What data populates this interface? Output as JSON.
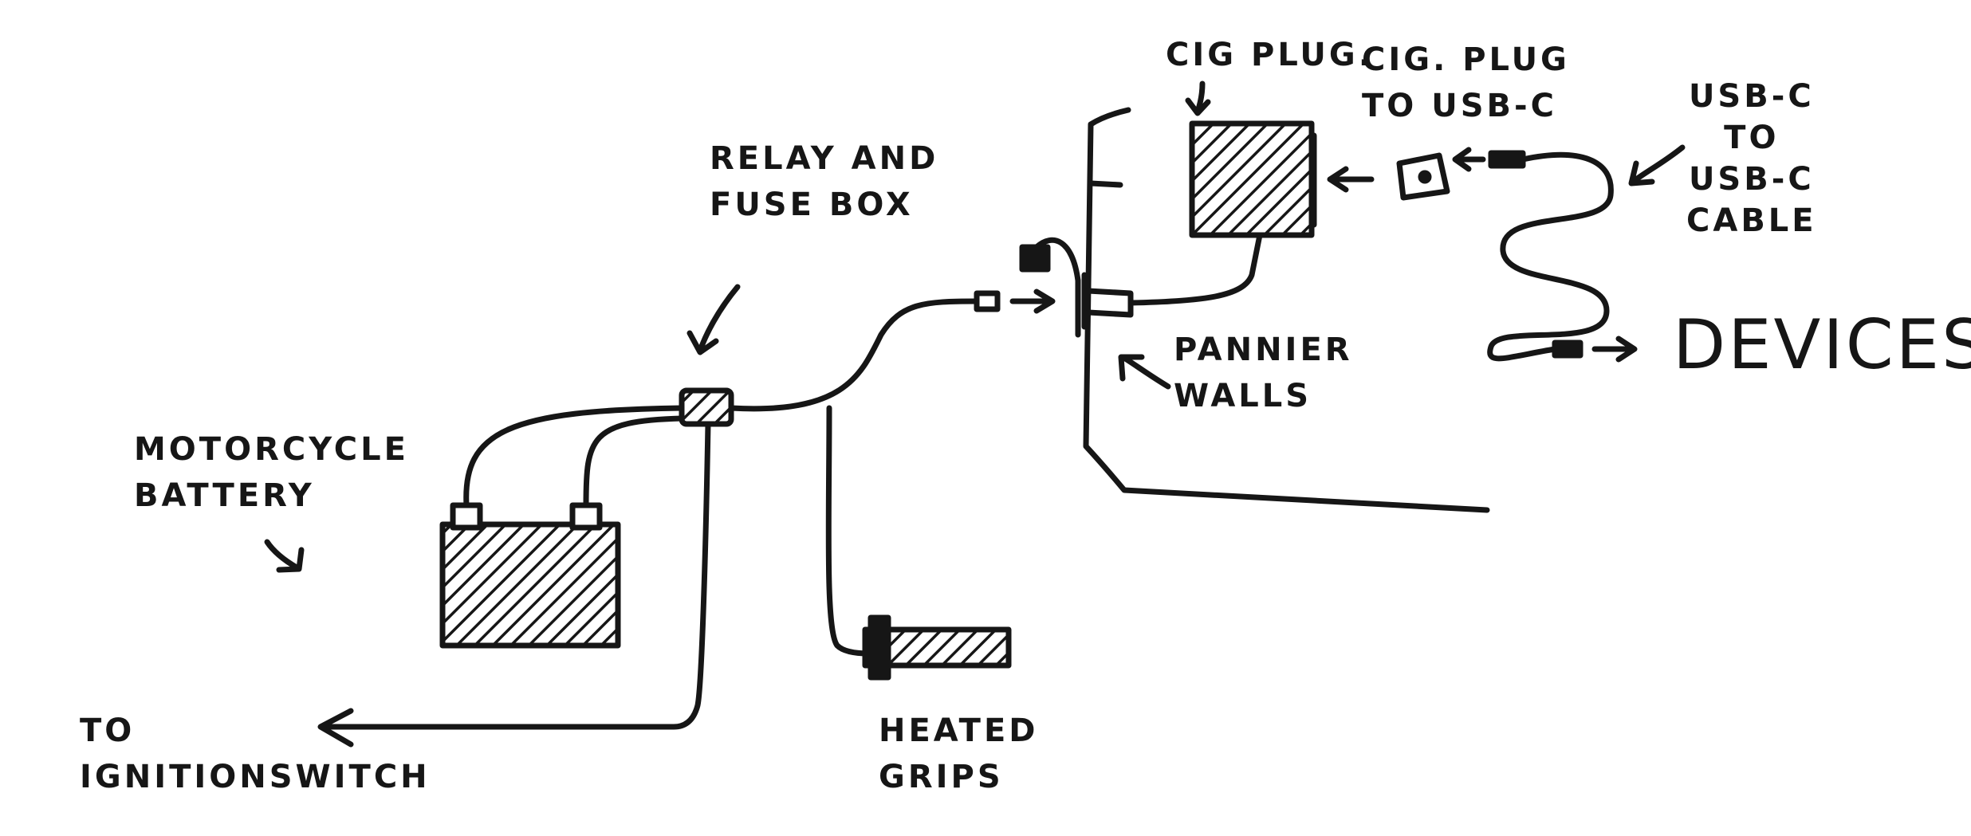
{
  "labels": {
    "relay": [
      "RELAY AND",
      "FUSE BOX"
    ],
    "cig_plug": "CIG PLUG.",
    "cig_to_usbc": [
      "CIG. PLUG",
      "TO USB-C"
    ],
    "usbc_cable": [
      "USB-C",
      "TO",
      "USB-C",
      "CABLE"
    ],
    "pannier": [
      "PANNIER",
      "WALLS"
    ],
    "devices": "DEVICES!",
    "battery": [
      "MOTORCYCLE",
      "BATTERY"
    ],
    "ignition": [
      "TO",
      "IGNITIONSWITCH"
    ],
    "grips": [
      "HEATED",
      "GRIPS"
    ]
  },
  "style": {
    "ink": "#161616",
    "background": "#ffffff"
  }
}
